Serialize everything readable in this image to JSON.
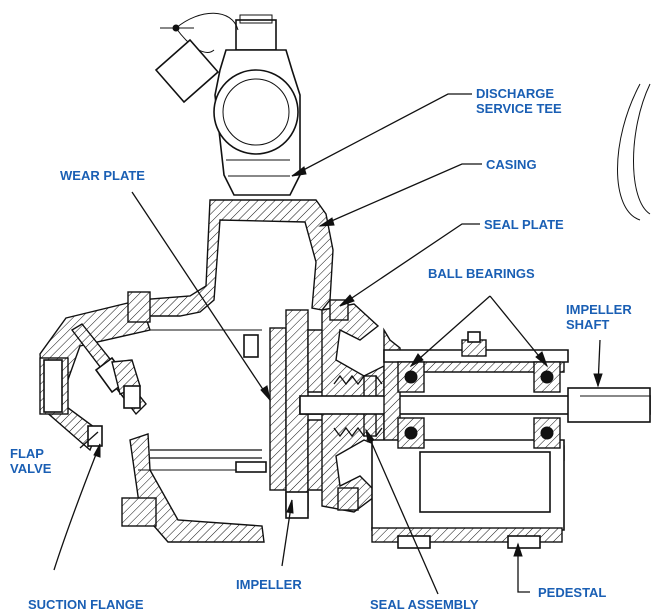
{
  "diagram": {
    "accent_color": "#1a5fb4",
    "labels": {
      "discharge_service_tee": [
        "DISCHARGE",
        "SERVICE TEE"
      ],
      "casing": "CASING",
      "wear_plate": "WEAR PLATE",
      "seal_plate": "SEAL PLATE",
      "ball_bearings": "BALL BEARINGS",
      "impeller_shaft": [
        "IMPELLER",
        "SHAFT"
      ],
      "flap_valve": [
        "FLAP",
        "VALVE"
      ],
      "impeller": "IMPELLER",
      "suction_flange": "SUCTION FLANGE",
      "seal_assembly": "SEAL ASSEMBLY",
      "pedestal": "PEDESTAL"
    }
  }
}
